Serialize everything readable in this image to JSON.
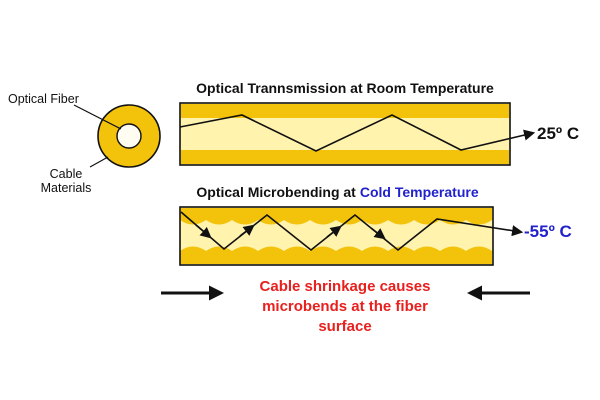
{
  "colors": {
    "gold": "#F3C20A",
    "band_light": "#FFF3AE",
    "core": "#FFFDF2",
    "red": "#E8201E",
    "blue": "#2222CC",
    "ink": "#111111"
  },
  "cross_section": {
    "fiber_label": "Optical Fiber",
    "cable_label_line1": "Cable",
    "cable_label_line2": "Materials"
  },
  "room_diagram": {
    "title": "Optical Trannsmission at Room Temperature",
    "temperature": "25º C"
  },
  "cold_diagram": {
    "title_prefix": "Optical Microbending at",
    "title_highlight": "Cold Temperature",
    "temperature": "-55º C"
  },
  "caption": {
    "line1": "Cable shrinkage causes",
    "line2": "microbends at the fiber",
    "line3": "surface"
  }
}
